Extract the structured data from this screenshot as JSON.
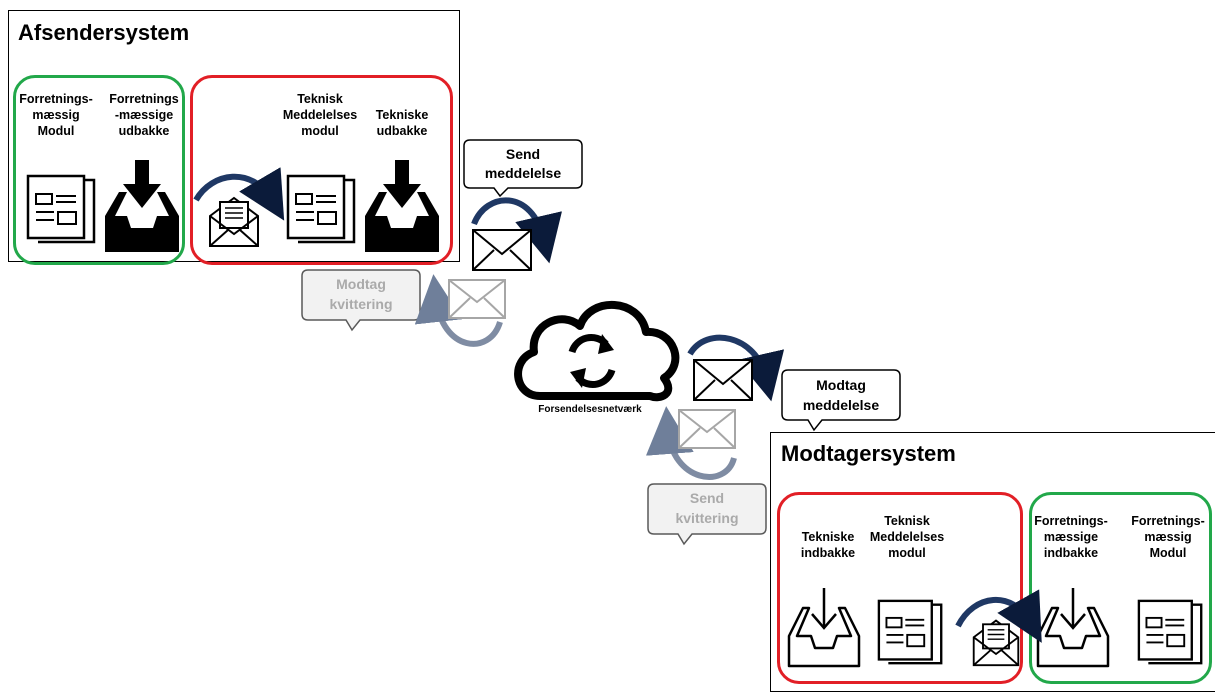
{
  "sender_system": {
    "title": "Afsendersystem",
    "business_module_label": "Forretnings-\nmæssig\nModul",
    "business_outbox_label": "Forretnings\n-mæssige\nudbakke",
    "technical_module_label": "Teknisk\nMeddelelses\nmodul",
    "technical_outbox_label": "Tekniske\nudbakke"
  },
  "receiver_system": {
    "title": "Modtagersystem",
    "technical_inbox_label": "Tekniske\nindbakke",
    "technical_module_label": "Teknisk\nMeddelelses\nmodul",
    "business_inbox_label": "Forretnings-\nmæssige\nindbakke",
    "business_module_label": "Forretnings-\nmæssig\nModul"
  },
  "network": {
    "label": "Forsendelsesnetværk"
  },
  "callouts": {
    "send_message": "Send\nmeddelelse",
    "receive_receipt": "Modtag\nkvittering",
    "receive_message": "Modtag\nmeddelelse",
    "send_receipt": "Send\nkvittering"
  },
  "colors": {
    "business_group": "#22a84a",
    "technical_group": "#e21f26",
    "receipt_gray": "#aaaaaa",
    "arrow_dark": "#1f3864",
    "arrow_receipt": "#7f8ca3"
  }
}
